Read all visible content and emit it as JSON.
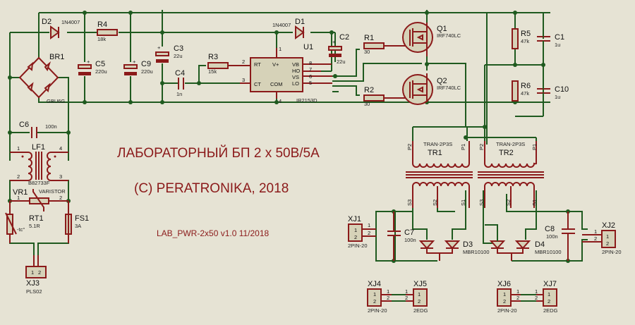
{
  "title": {
    "line1": "ЛАБОРАТОРНЫЙ БП  2 x 50В/5А",
    "line2": "(C) PERATRONIKA, 2018",
    "line3": "LAB_PWR-2x50  v1.0  11/2018"
  },
  "colors": {
    "wire": "#1f5a1f",
    "component": "#8b1a1a",
    "background": "#e6e3d4",
    "body": "#d6d2b8"
  },
  "components": {
    "d2": {
      "ref": "D2",
      "value": "1N4007"
    },
    "r4": {
      "ref": "R4",
      "value": "18k"
    },
    "br1": {
      "ref": "BR1",
      "value": "GBU6G"
    },
    "c5": {
      "ref": "C5",
      "value": "220u"
    },
    "c9": {
      "ref": "C9",
      "value": "220u"
    },
    "c3": {
      "ref": "C3",
      "value": "22u"
    },
    "c4": {
      "ref": "C4",
      "value": "1n"
    },
    "r3": {
      "ref": "R3",
      "value": "15k"
    },
    "u1": {
      "ref": "U1",
      "value": "IR2153D",
      "pins": {
        "rt": "RT",
        "ct": "CT",
        "vplus": "V+",
        "com": "COM",
        "vb": "VB",
        "ho": "HO",
        "vs": "VS",
        "lo": "LO",
        "n1": "1",
        "n2": "2",
        "n3": "3",
        "n4": "4",
        "n5": "5",
        "n6": "6",
        "n7": "7",
        "n8": "8"
      }
    },
    "d1": {
      "ref": "D1",
      "value": "1N4007"
    },
    "c2": {
      "ref": "C2",
      "value": "22u"
    },
    "r1": {
      "ref": "R1",
      "value": "30"
    },
    "r2": {
      "ref": "R2",
      "value": "30"
    },
    "q1": {
      "ref": "Q1",
      "value": "IRF740LC"
    },
    "q2": {
      "ref": "Q2",
      "value": "IRF740LC"
    },
    "r5": {
      "ref": "R5",
      "value": "47k"
    },
    "r6": {
      "ref": "R6",
      "value": "47k"
    },
    "c1": {
      "ref": "C1",
      "value": "1u"
    },
    "c10": {
      "ref": "C10",
      "value": "1u"
    },
    "c6": {
      "ref": "C6",
      "value": "100n"
    },
    "lf1": {
      "ref": "LF1",
      "value": "B82733F",
      "p1": "1",
      "p2": "2",
      "p3": "3",
      "p4": "4"
    },
    "vr1": {
      "ref": "VR1",
      "value": "VARISTOR",
      "p1": "1",
      "p2": "2"
    },
    "rt1": {
      "ref": "RT1",
      "value": "5.1R",
      "mark": "-tc°"
    },
    "fs1": {
      "ref": "FS1",
      "value": "3A"
    },
    "xj3": {
      "ref": "XJ3",
      "value": "PLS02",
      "p1": "1",
      "p2": "2"
    },
    "tr1": {
      "ref": "TR1",
      "value": "TRAN-2P3S",
      "p1": "P1",
      "p2": "P2",
      "s1": "S1",
      "s2": "S2",
      "s3": "S3"
    },
    "tr2": {
      "ref": "TR2",
      "value": "TRAN-2P3S",
      "p1": "P1",
      "p2": "P2",
      "s1": "S1",
      "s2": "S2",
      "s3": "S3"
    },
    "xj1": {
      "ref": "XJ1",
      "value": "2PIN-20",
      "p1": "1",
      "p2": "2"
    },
    "c7": {
      "ref": "C7",
      "value": "100n"
    },
    "d3": {
      "ref": "D3",
      "value": "MBR10100"
    },
    "d4": {
      "ref": "D4",
      "value": "MBR10100"
    },
    "c8": {
      "ref": "C8",
      "value": "100n"
    },
    "xj2": {
      "ref": "XJ2",
      "value": "2PIN-20",
      "p1": "1",
      "p2": "2"
    },
    "xj4": {
      "ref": "XJ4",
      "value": "2PIN-20",
      "p1": "1",
      "p2": "2"
    },
    "xj5": {
      "ref": "XJ5",
      "value": "2EDG",
      "p1": "1",
      "p2": "2"
    },
    "xj6": {
      "ref": "XJ6",
      "value": "2PIN-20",
      "p1": "1",
      "p2": "2"
    },
    "xj7": {
      "ref": "XJ7",
      "value": "2EDG",
      "p1": "1",
      "p2": "2"
    }
  }
}
